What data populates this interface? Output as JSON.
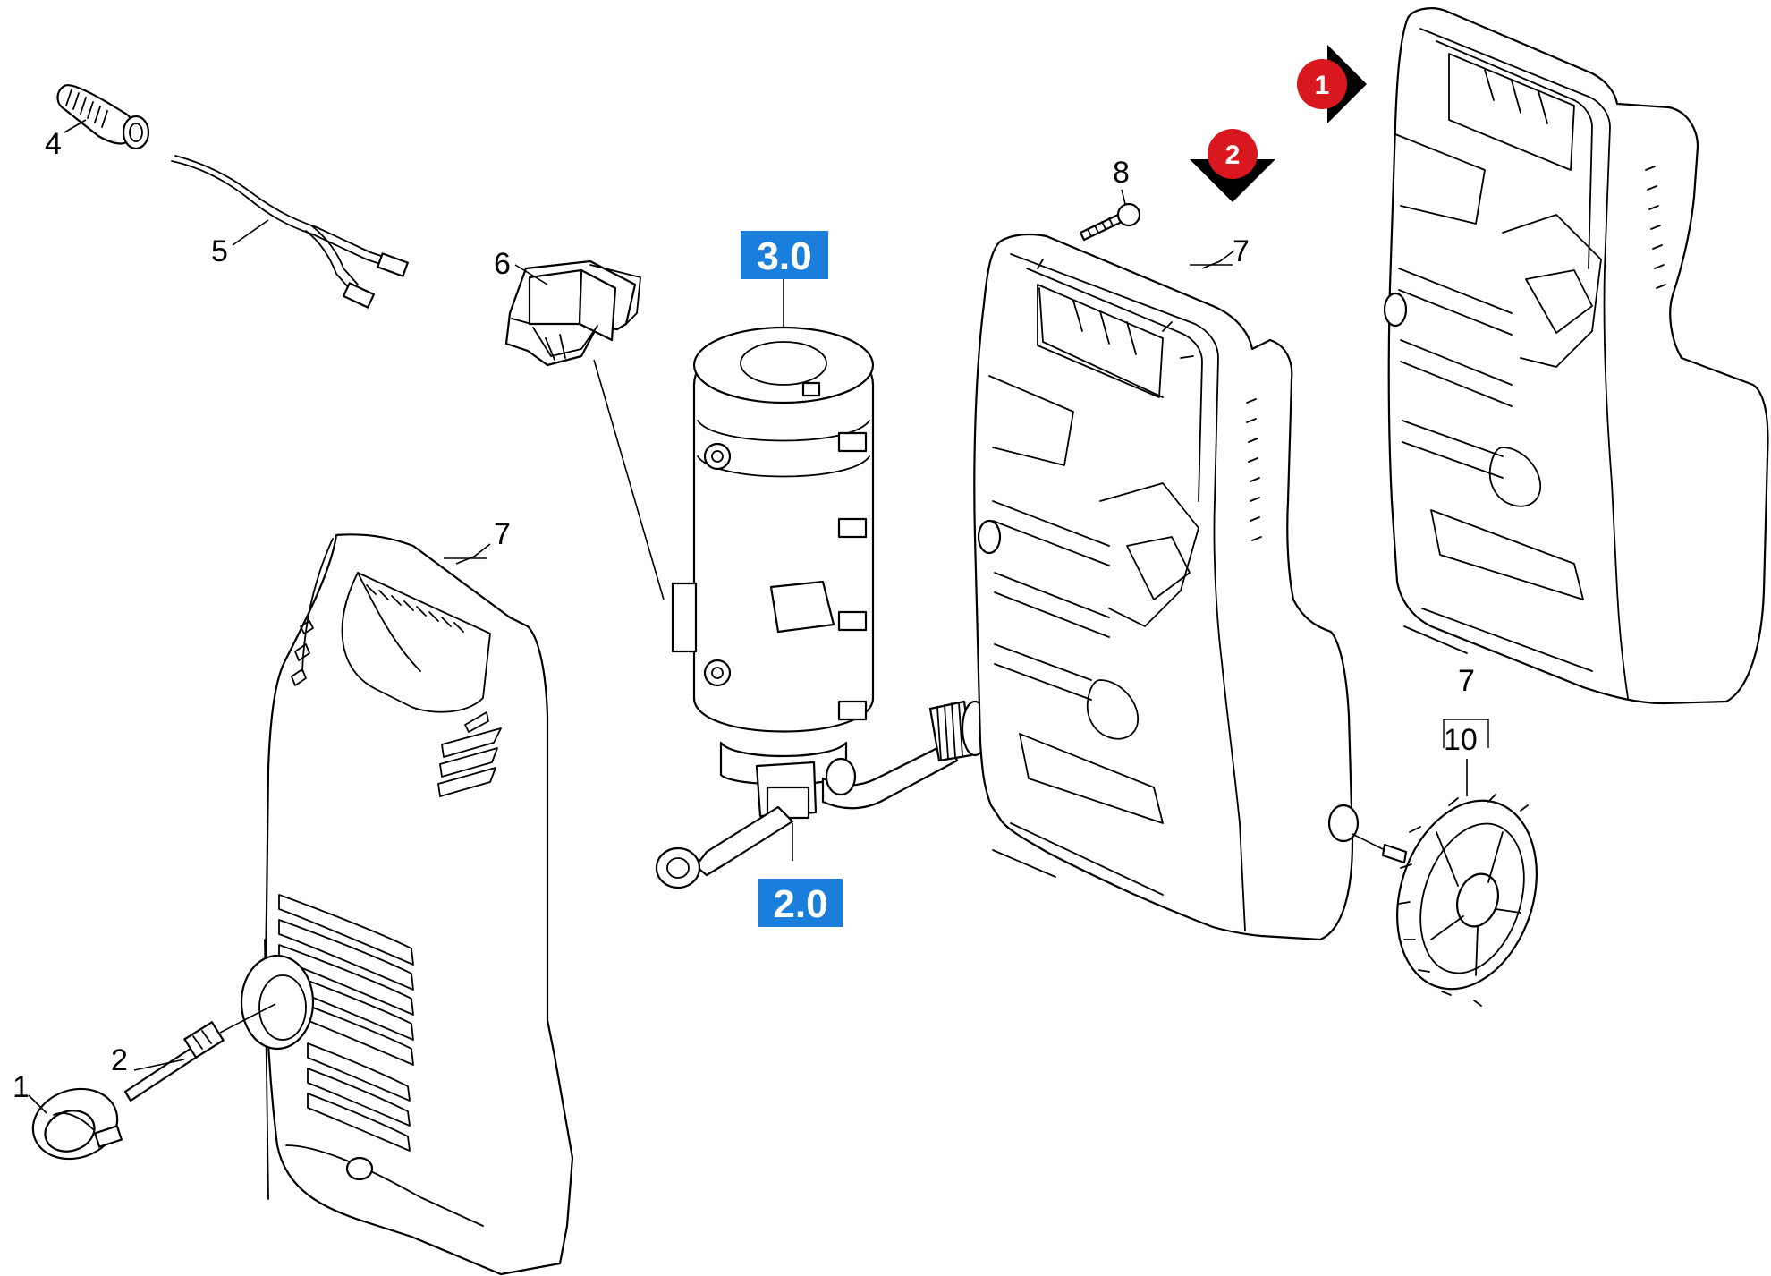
{
  "labels": {
    "l1": "1",
    "l2": "2",
    "l4": "4",
    "l5": "5",
    "l6": "6",
    "l7a": "7",
    "l7b": "7",
    "l7c": "7",
    "l8": "8",
    "l10": "10"
  },
  "badges": {
    "b30": "3.0",
    "b20": "2.0"
  },
  "markers": {
    "m1": "1",
    "m2": "2"
  },
  "colors": {
    "badge_blue": "#1a7fdc",
    "marker_red": "#d8171f",
    "marker_black": "#000000"
  }
}
